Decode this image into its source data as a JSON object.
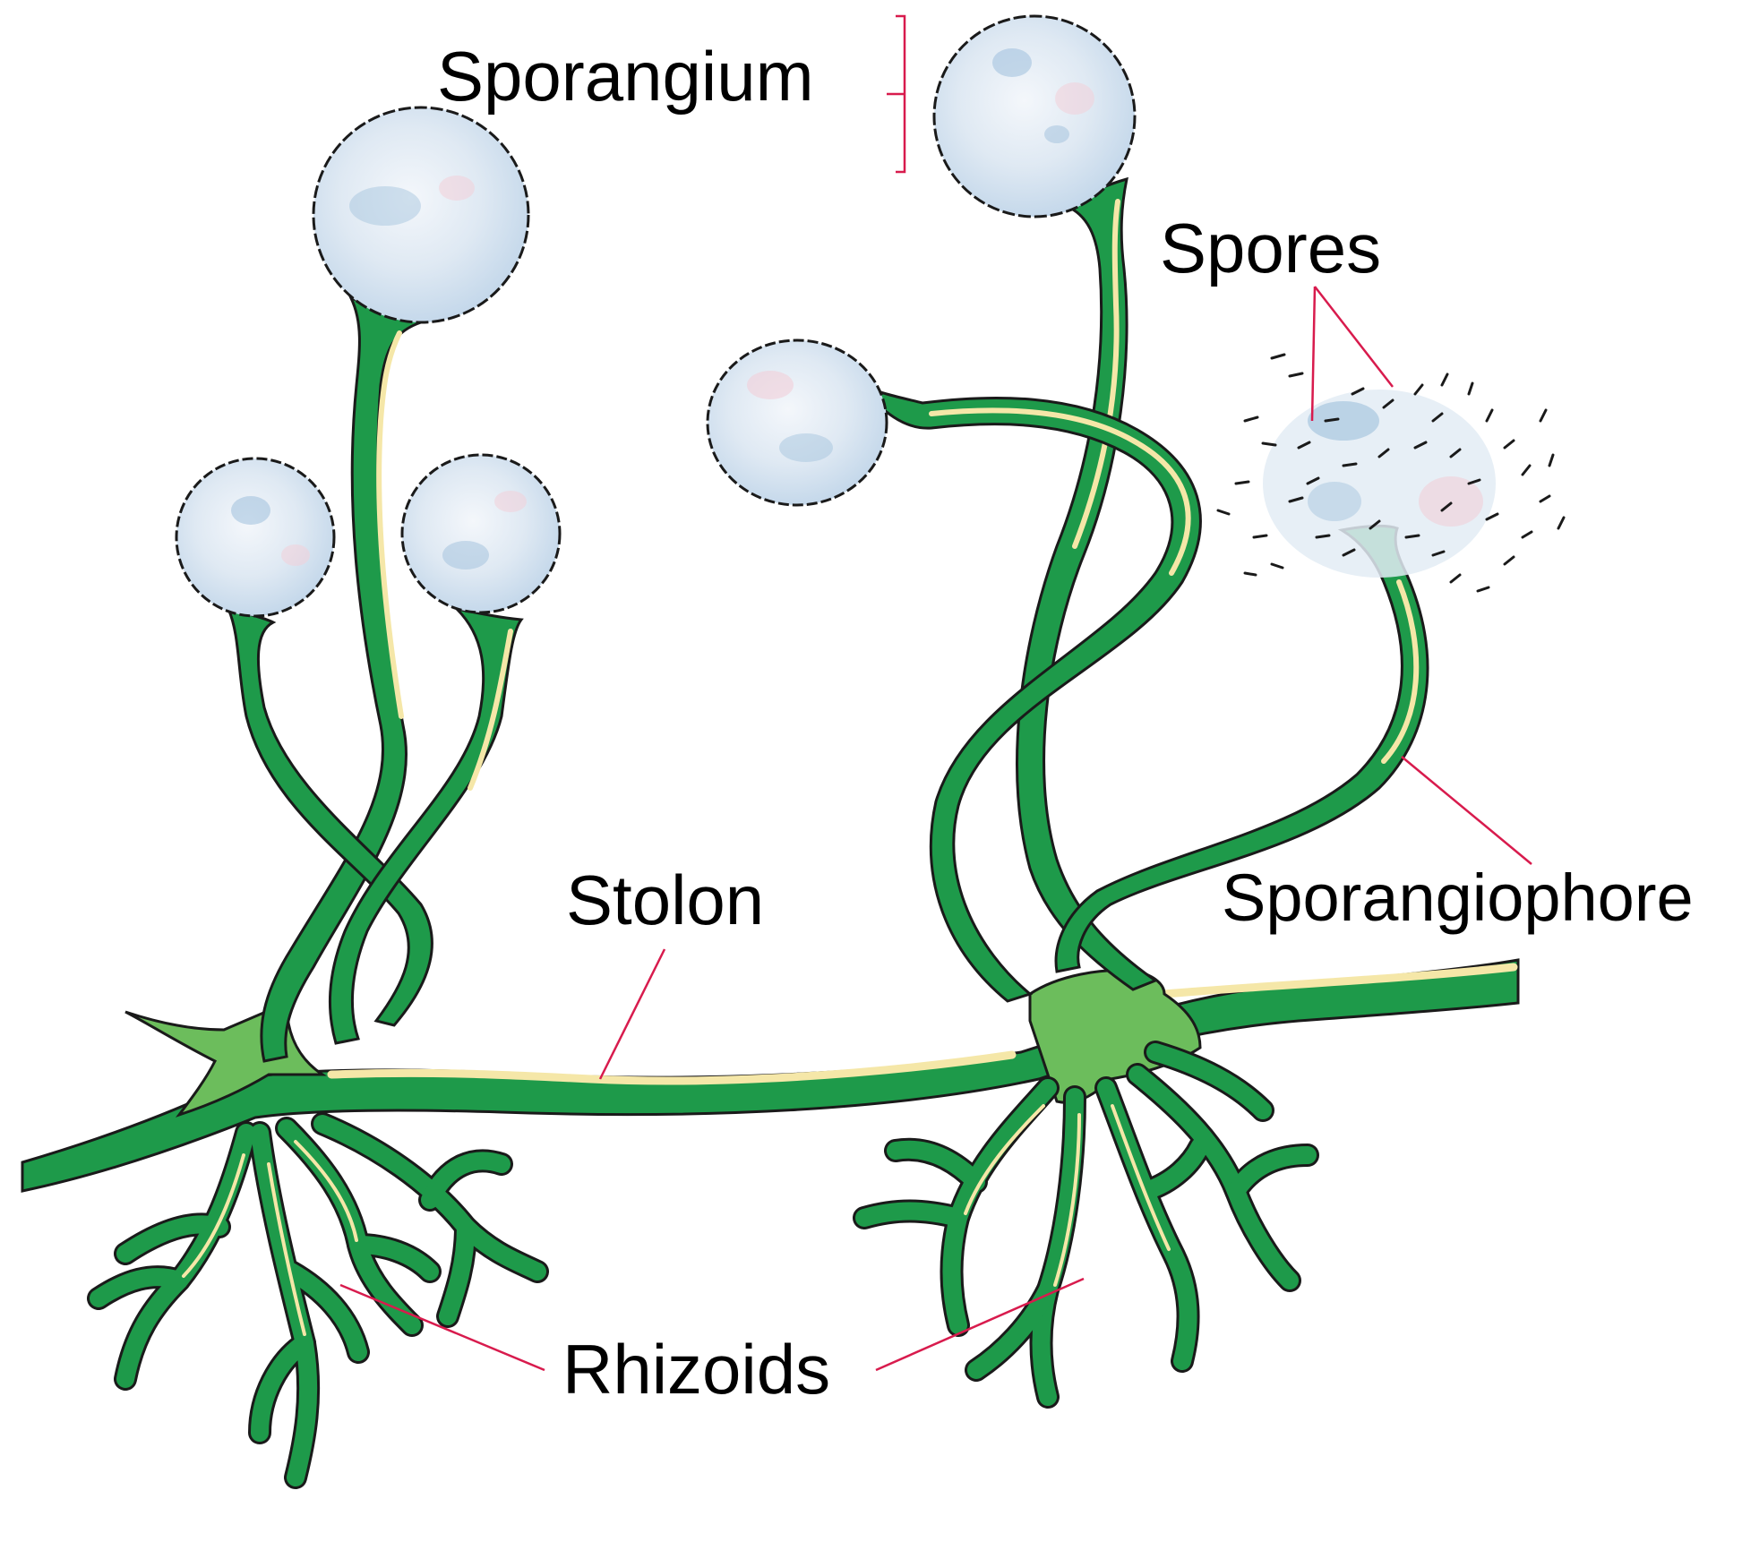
{
  "labels": {
    "sporangium": "Sporangium",
    "spores": "Spores",
    "stolon": "Stolon",
    "sporangiophore": "Sporangiophore",
    "rhizoids": "Rhizoids"
  },
  "colors": {
    "hypha_dark": "#1e9a4a",
    "hypha_light": "#6cbd5c",
    "hypha_highlight": "#f5e7a8",
    "outline": "#1a1a1a",
    "sporangium_fill": "#e3ecf5",
    "sporangium_blue": "#9fc0dc",
    "sporangium_pink": "#f2cfd8",
    "leader_line": "#d81b4d",
    "text": "#000000"
  }
}
